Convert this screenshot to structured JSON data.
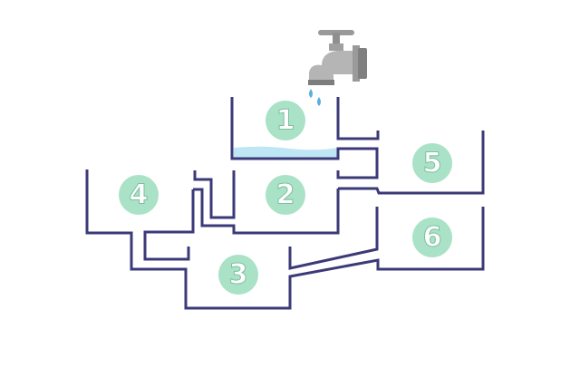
{
  "puzzle": {
    "containers": [
      {
        "label": "1",
        "has_water": true
      },
      {
        "label": "2",
        "has_water": false
      },
      {
        "label": "3",
        "has_water": false
      },
      {
        "label": "4",
        "has_water": false
      },
      {
        "label": "5",
        "has_water": false
      },
      {
        "label": "6",
        "has_water": false
      }
    ],
    "colors": {
      "wall": "#3b3a78",
      "badge": "#a9e2c6",
      "water": "#bfe6f4",
      "faucet": "#a8a8a8"
    },
    "icons": [
      "faucet-icon",
      "water-drop-icon"
    ]
  }
}
